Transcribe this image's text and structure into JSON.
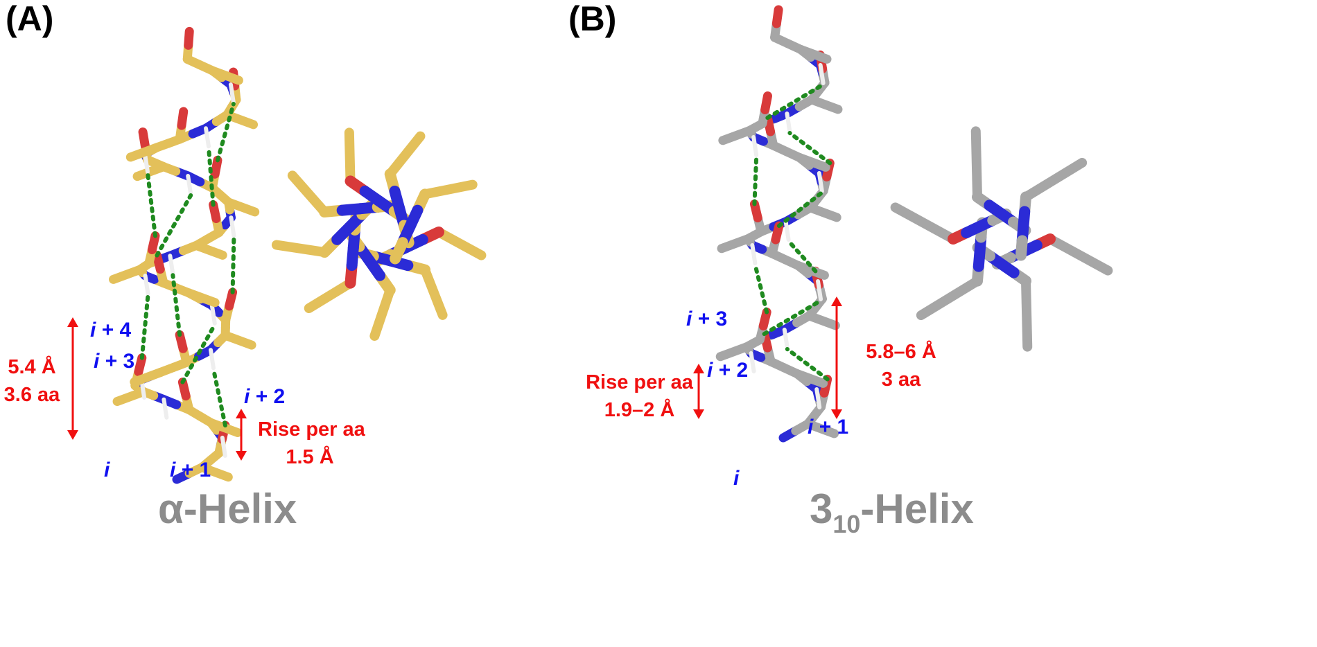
{
  "colors": {
    "alpha_carbon": "#e3c05a",
    "helix310_carbon": "#a6a6a6",
    "nitrogen": "#2b2bd6",
    "oxygen": "#d83a3a",
    "hydrogen": "#eeeeee",
    "hbond": "#1f8a1f",
    "annotation": "#f01010",
    "residue_label": "#1010f0",
    "title": "#8c8c8c"
  },
  "panelA": {
    "letter": "(A)",
    "title": "α-Helix",
    "residues": {
      "i": "i",
      "i1": "+ 1",
      "i2": "+ 2",
      "i3": "+ 3",
      "i4": "+ 4"
    },
    "pitch": {
      "distance": "5.4 Å",
      "residues": "3.6 aa"
    },
    "rise": {
      "label": "Rise per aa",
      "value": "1.5 Å"
    }
  },
  "panelB": {
    "letter": "(B)",
    "title_main": "3",
    "title_sub": "10",
    "title_suffix": "-Helix",
    "residues": {
      "i": "i",
      "i1": "+ 1",
      "i2": "+ 2",
      "i3": "+ 3"
    },
    "pitch": {
      "distance": "5.8–6 Å",
      "residues": "3 aa"
    },
    "rise": {
      "label": "Rise per aa",
      "value": "1.9–2 Å"
    }
  }
}
